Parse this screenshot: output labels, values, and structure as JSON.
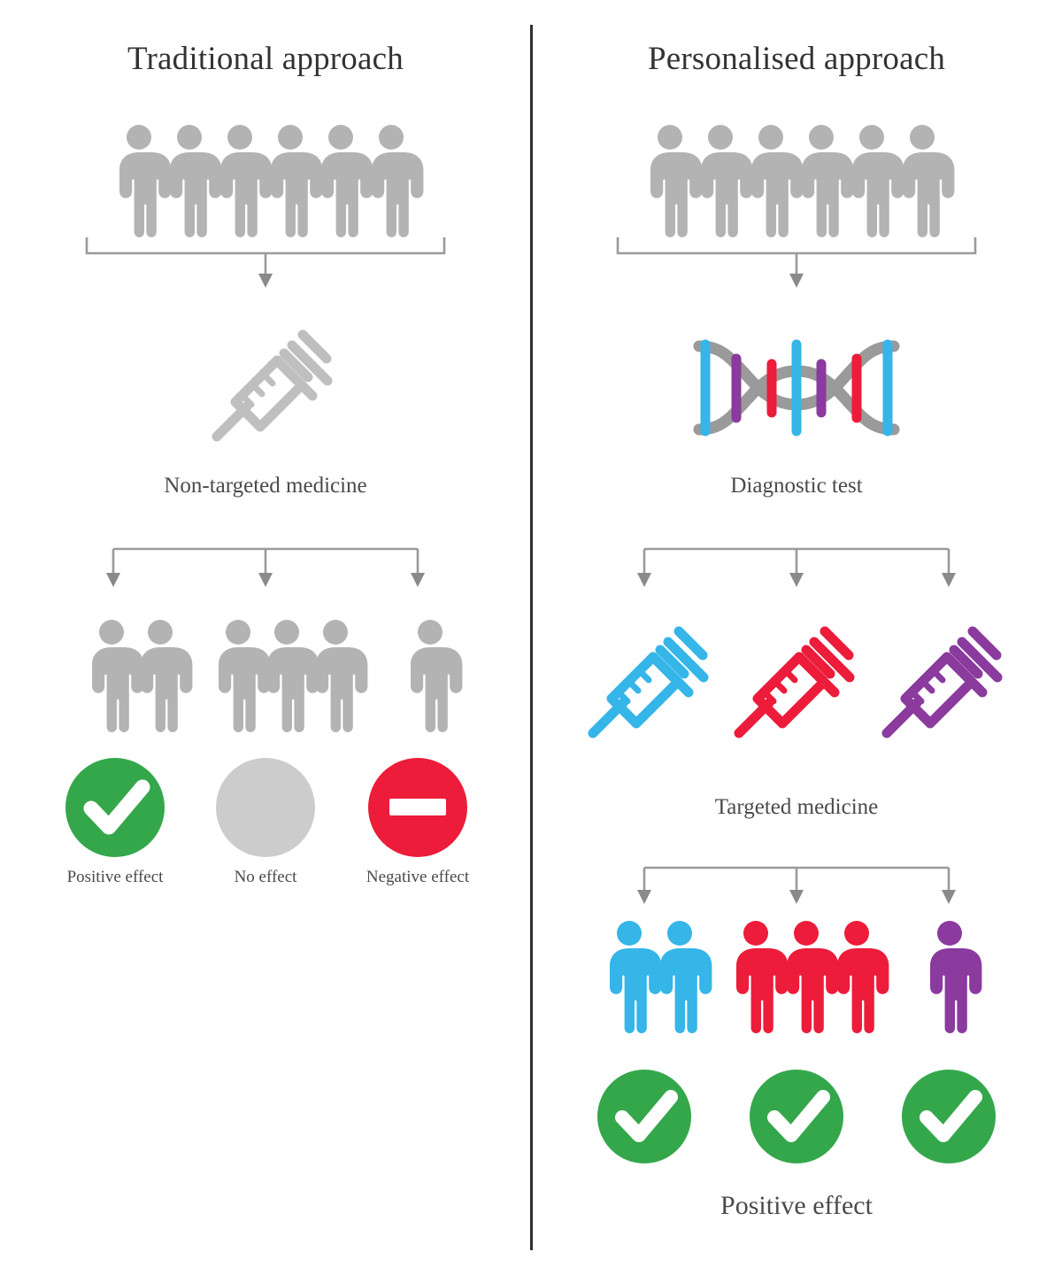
{
  "figure": {
    "type": "diagram",
    "subject": "Traditional versus personalised medicine approach infographic",
    "background_color": "#ffffff",
    "divider_color": "#2f2f2f"
  },
  "colors": {
    "grey_person": "#b3b3b3",
    "grey_icon": "#bfbfbf",
    "arrow_grey": "#8a8a8a",
    "bracket_grey": "#9a9a9a",
    "blue": "#35b5e8",
    "red": "#ec1c3a",
    "purple": "#8b3a9e",
    "green": "#34a74b",
    "neutral_circle": "#cccccc",
    "text": "#3a3a3a"
  },
  "left": {
    "heading": "Traditional approach",
    "cohort": {
      "name": "patient-cohort",
      "count": 6,
      "color": "#b3b3b3"
    },
    "treatment": {
      "icon": "syringe-icon",
      "color": "#bfbfbf",
      "label": "Non-targeted medicine"
    },
    "outcomes": [
      {
        "icon": "check-circle-icon",
        "label": "Positive effect",
        "people": 2,
        "circle_color": "#34a74b",
        "symbol": "check"
      },
      {
        "icon": "blank-circle-icon",
        "label": "No effect",
        "people": 3,
        "circle_color": "#cccccc",
        "symbol": "none"
      },
      {
        "icon": "minus-circle-icon",
        "label": "Negative effect",
        "people": 1,
        "circle_color": "#ec1c3a",
        "symbol": "minus"
      }
    ]
  },
  "right": {
    "heading": "Personalised approach",
    "cohort": {
      "name": "patient-cohort",
      "count": 6,
      "color": "#b3b3b3"
    },
    "diagnostic": {
      "icon": "dna-helix-icon",
      "label": "Diagnostic test",
      "backbone_color": "#9a9a9a",
      "rung_colors": [
        "#35b5e8",
        "#8b3a9e",
        "#ec1c3a",
        "#35b5e8",
        "#8b3a9e",
        "#ec1c3a",
        "#35b5e8"
      ]
    },
    "medicines": {
      "label": "Targeted medicine",
      "items": [
        {
          "icon": "syringe-icon",
          "color": "#35b5e8"
        },
        {
          "icon": "syringe-icon",
          "color": "#ec1c3a"
        },
        {
          "icon": "syringe-icon",
          "color": "#8b3a9e"
        }
      ]
    },
    "groups": [
      {
        "people": 2,
        "color": "#35b5e8",
        "icon": "check-circle-icon",
        "circle_color": "#34a74b"
      },
      {
        "people": 3,
        "color": "#ec1c3a",
        "icon": "check-circle-icon",
        "circle_color": "#34a74b"
      },
      {
        "people": 1,
        "color": "#8b3a9e",
        "icon": "check-circle-icon",
        "circle_color": "#34a74b"
      }
    ],
    "outcome_label": "Positive effect"
  }
}
